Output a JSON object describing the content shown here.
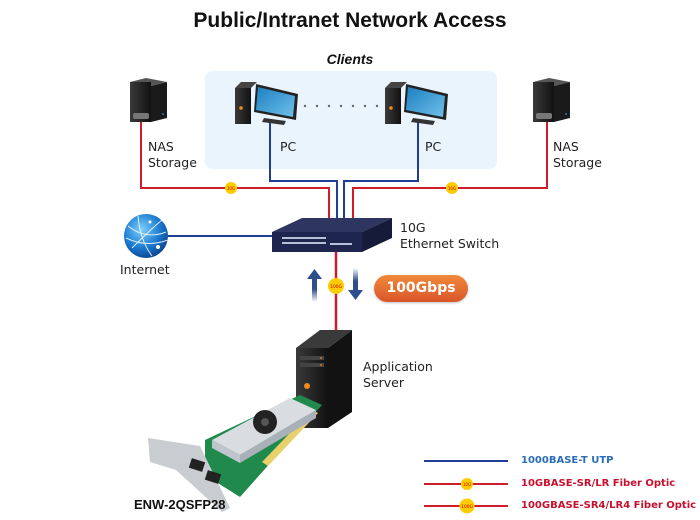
{
  "title": "Public/Intranet Network Access",
  "clients": {
    "label": "Clients",
    "pcs": [
      {
        "label": "PC"
      },
      {
        "label": "PC"
      }
    ],
    "ellipsis": "......."
  },
  "nas": [
    {
      "line1": "NAS",
      "line2": "Storage",
      "link_badge": "10G"
    },
    {
      "line1": "NAS",
      "line2": "Storage",
      "link_badge": "10G"
    }
  ],
  "switch": {
    "line1": "10G",
    "line2": "Ethernet Switch"
  },
  "internet": {
    "label": "Internet"
  },
  "uplink": {
    "badge": "100G",
    "speed_label": "100Gbps"
  },
  "server": {
    "line1": "Application",
    "line2": "Server"
  },
  "nic_model": "ENW-2QSFP28",
  "legend": [
    {
      "label": "1000BASE-T UTP",
      "color": "#2b5fa8",
      "line_color": "#1f3e96",
      "badge": ""
    },
    {
      "label": "10GBASE-SR/LR Fiber Optic",
      "color": "#c8102e",
      "line_color": "#d01d2e",
      "badge": "10G"
    },
    {
      "label": "100GBASE-SR4/LR4 Fiber Optic",
      "color": "#c8102e",
      "line_color": "#d01d2e",
      "badge": "100G"
    }
  ],
  "colors": {
    "utp": "#1f3e96",
    "fiber": "#d01d2e",
    "badge_fill": "#ffcc00",
    "clients_bg": "#e9f4fc",
    "speed_badge": "#e26a30"
  }
}
